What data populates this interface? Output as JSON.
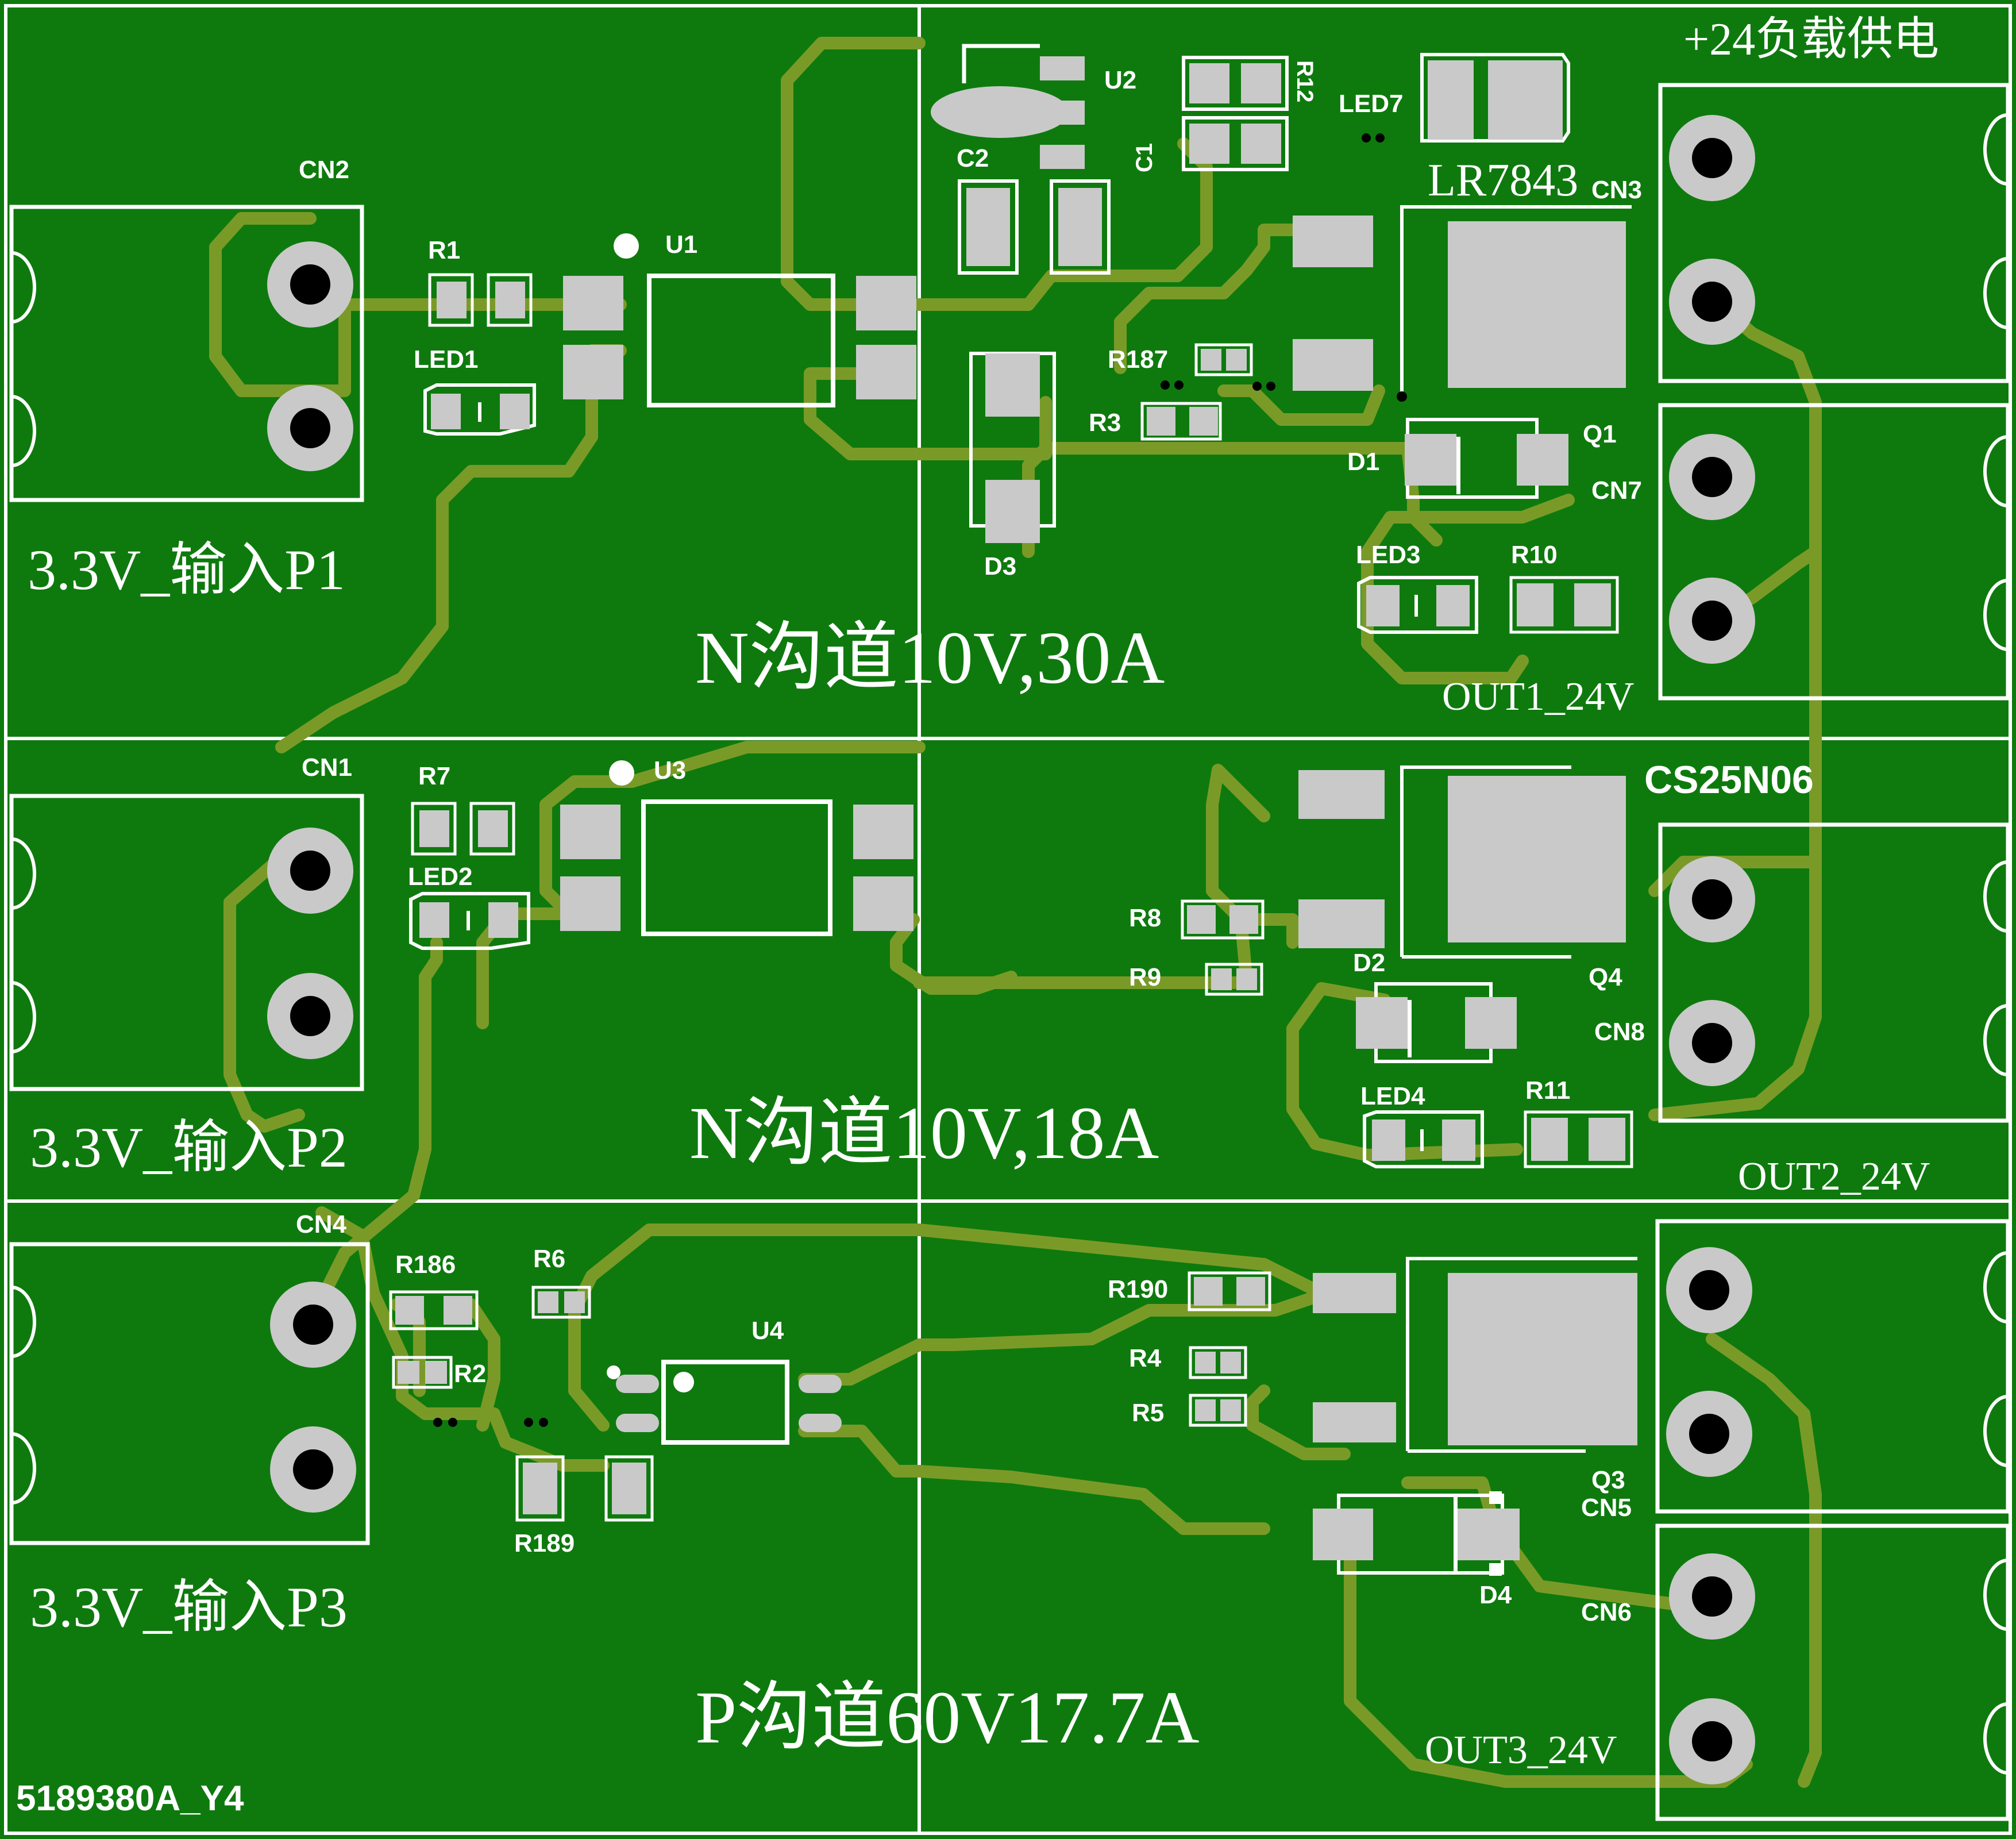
{
  "colors": {
    "board": "#0e7a0e",
    "trace": "#7a9a28",
    "silkscreen": "#ffffff",
    "pad": "#c9c9c9"
  },
  "sections": {
    "supply_label": "+24负载供电",
    "input_p1": "3.3V_输入P1",
    "input_p2": "3.3V_输入P2",
    "input_p3": "3.3V_输入P3",
    "channel_1": "N沟道10V,30A",
    "channel_2": "N沟道10V,18A",
    "channel_3": "P沟道60V17.7A",
    "out1": "OUT1_24V",
    "out2": "OUT2_24V",
    "out3": "OUT3_24V",
    "part_lr7843": "LR7843",
    "part_cs25n06": "CS25N06",
    "board_id": "5189380A_Y4"
  },
  "designators": {
    "cn1": "CN1",
    "cn2": "CN2",
    "cn3": "CN3",
    "cn4": "CN4",
    "cn5": "CN5",
    "cn6": "CN6",
    "cn7": "CN7",
    "cn8": "CN8",
    "u1": "U1",
    "u2": "U2",
    "u3": "U3",
    "u4": "U4",
    "r1": "R1",
    "r2": "R2",
    "r3": "R3",
    "r4": "R4",
    "r5": "R5",
    "r6": "R6",
    "r7": "R7",
    "r8": "R8",
    "r9": "R9",
    "r10": "R10",
    "r11": "R11",
    "r12": "R12",
    "r186": "R186",
    "r187": "R187",
    "r189": "R189",
    "r190": "R190",
    "led1": "LED1",
    "led2": "LED2",
    "led3": "LED3",
    "led4": "LED4",
    "led7": "LED7",
    "d1": "D1",
    "d2": "D2",
    "d3": "D3",
    "d4": "D4",
    "c1": "C1",
    "c2": "C2",
    "q1": "Q1",
    "q3": "Q3",
    "q4": "Q4"
  }
}
